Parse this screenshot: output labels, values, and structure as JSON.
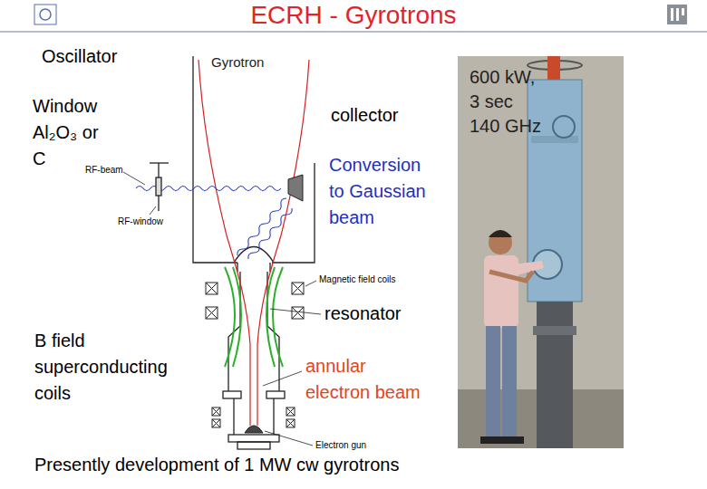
{
  "diagram": {
    "title": "ECRH - Gyrotrons",
    "caption": "Presently development of 1 MW cw gyrotrons",
    "labels": [
      "Oscillator",
      "Gyrotron",
      "Window Al₂O₃ or C",
      "RF-beam",
      "RF-window",
      "collector",
      "Conversion to Gaussian beam",
      "600 kW, 3 sec 140 GHz",
      "Magnetic field coils",
      "resonator",
      "B field superconducting coils",
      "annular electron beam",
      "Electron gun"
    ]
  }
}
